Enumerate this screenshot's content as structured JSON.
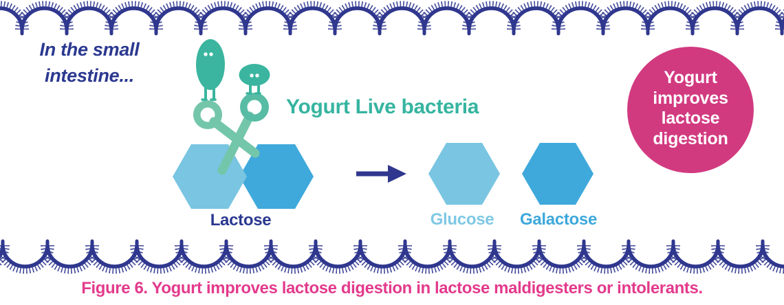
{
  "intro": {
    "line1": "In the small",
    "line2": "intestine..."
  },
  "scene": {
    "bacteria_label": "Yogurt Live bacteria",
    "lactose_label": "Lactose",
    "glucose_label": "Glucose",
    "galactose_label": "Galactose"
  },
  "badge": {
    "lines": [
      "Yogurt",
      "improves",
      "lactose",
      "digestion"
    ]
  },
  "caption": "Figure 6. Yogurt improves lactose digestion in lactose maldigesters or intolerants.",
  "icons": {
    "intestinal_border": "intestinal-wall-border",
    "scissors": "scissors-icon",
    "rod_bacterium": "lactobacillus-bacterium-icon",
    "round_bacterium": "streptococcus-bacterium-icon",
    "arrow": "right-arrow-icon"
  },
  "colors": {
    "border_navy": "#2F378E",
    "text_navy": "#2B3890",
    "teal_text": "#35B4A0",
    "bacteria_teal": "#3BB59F",
    "scissors_green": "#74C6AB",
    "scissors_green_dark": "#58BCA5",
    "hexagon_light_blue": "#79C5E2",
    "hexagon_blue": "#3FA9DC",
    "glucose_text": "#7FC8E4",
    "galactose_text": "#3EA8DB",
    "badge_pink": "#D23A80",
    "caption_pink": "#E33A8C",
    "arrow_navy": "#2F378E",
    "eye_white": "#FFFFFF"
  }
}
